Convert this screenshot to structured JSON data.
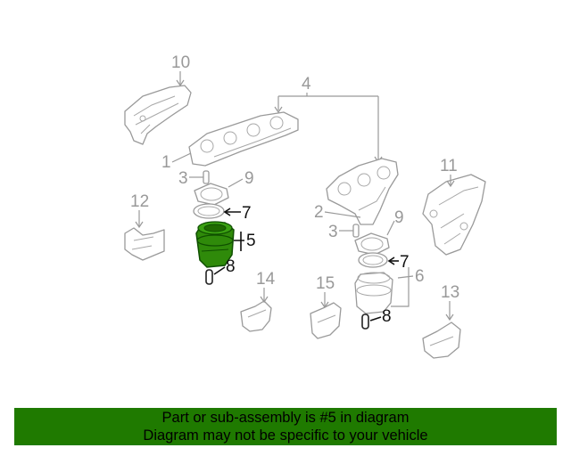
{
  "callouts": {
    "c1": "1",
    "c2": "2",
    "c3a": "3",
    "c3b": "3",
    "c4": "4",
    "c5": "5",
    "c6": "6",
    "c7a": "7",
    "c7b": "7",
    "c8a": "8",
    "c8b": "8",
    "c9a": "9",
    "c9b": "9",
    "c10": "10",
    "c11": "11",
    "c12": "12",
    "c13": "13",
    "c14": "14",
    "c15": "15"
  },
  "highlight": {
    "part_number": "5",
    "fill_color": "#2f8a0a",
    "banner_color": "#1f7a00"
  },
  "banner": {
    "line1": "Part or sub-assembly is #5 in diagram",
    "line2": "Diagram may not be specific to your vehicle"
  }
}
